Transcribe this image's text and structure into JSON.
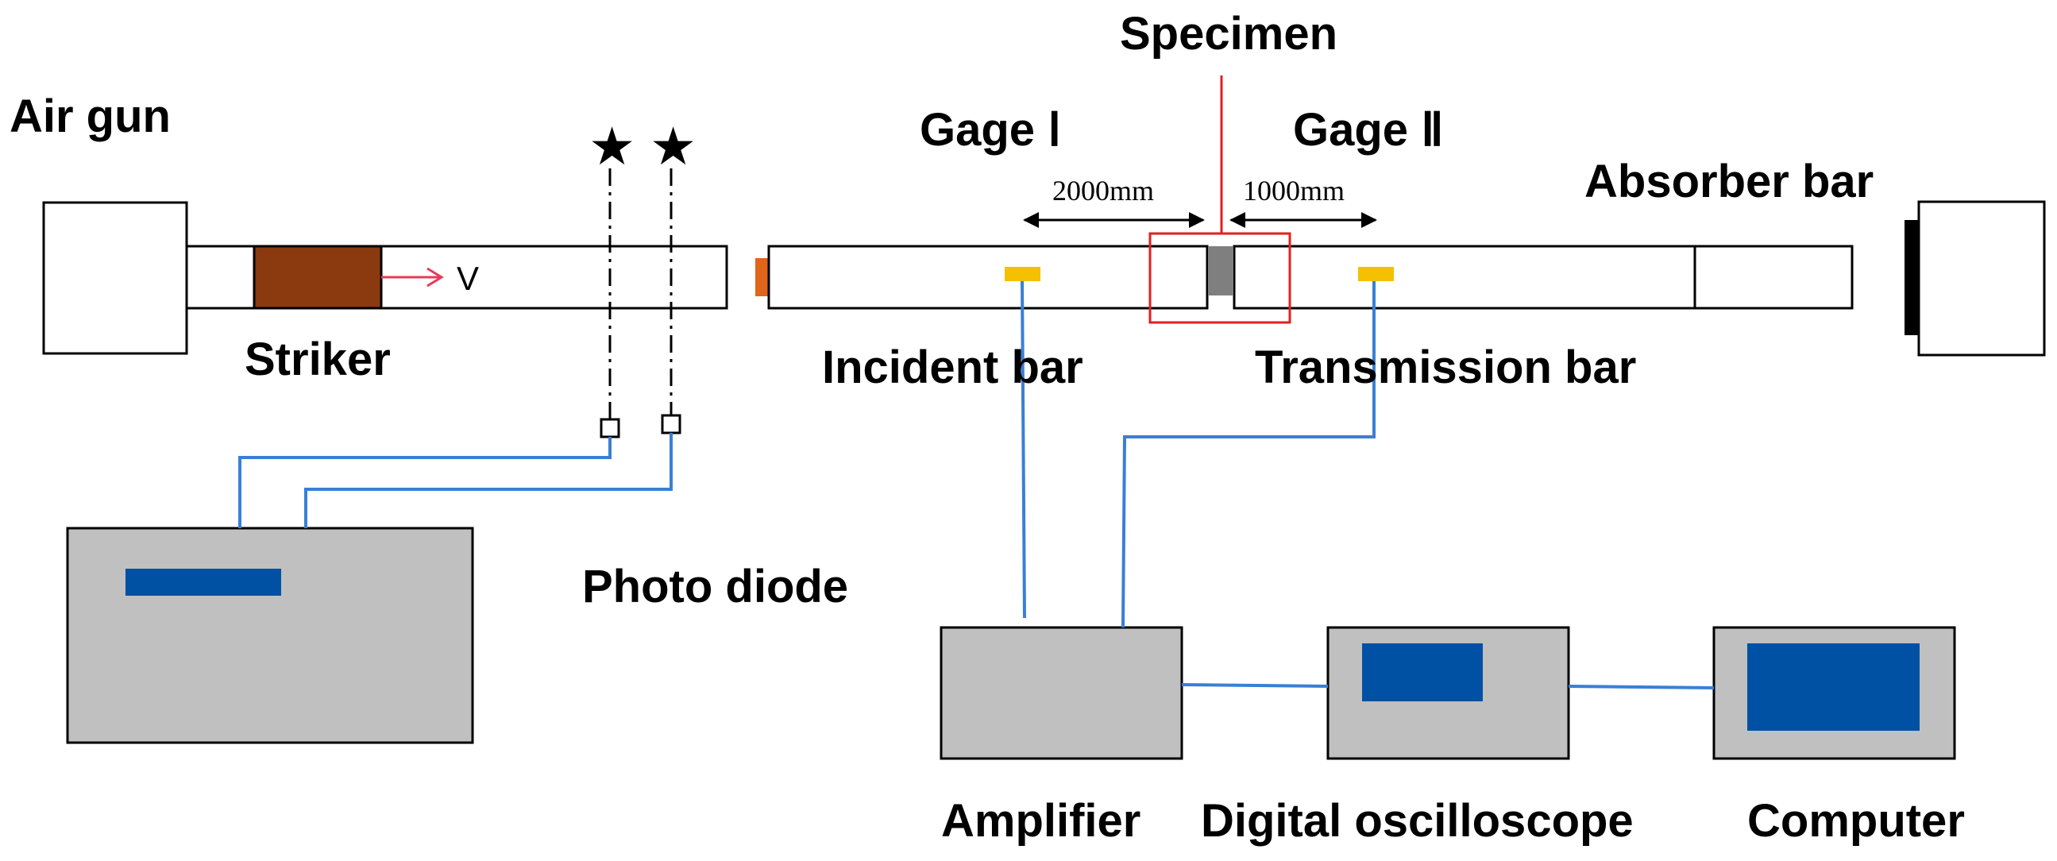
{
  "labels": {
    "air_gun": "Air gun",
    "striker": "Striker",
    "velocity": "V",
    "gage_1": "Gage Ⅰ",
    "gage_2": "Gage Ⅱ",
    "specimen": "Specimen",
    "absorber_bar": "Absorber bar",
    "incident_bar": "Incident bar",
    "transmission_bar": "Transmission bar",
    "photo_diode": "Photo diode",
    "amplifier": "Amplifier",
    "digital_oscilloscope": "Digital oscilloscope",
    "computer": "Computer"
  },
  "dimensions": {
    "gage1_to_specimen": "2000mm",
    "specimen_to_gage2": "1000mm"
  },
  "star_glyph": "★",
  "colors": {
    "striker": "#8b3a0f",
    "gage": "#f5c000",
    "wire": "#3a7fd5",
    "device_body": "#c0c0c0",
    "screen": "#0050a4",
    "specimen_frame": "#e02020",
    "specimen": "#7f7f7f",
    "pulse_shaper": "#e0641a",
    "velocity_arrow": "#e83a5a"
  }
}
